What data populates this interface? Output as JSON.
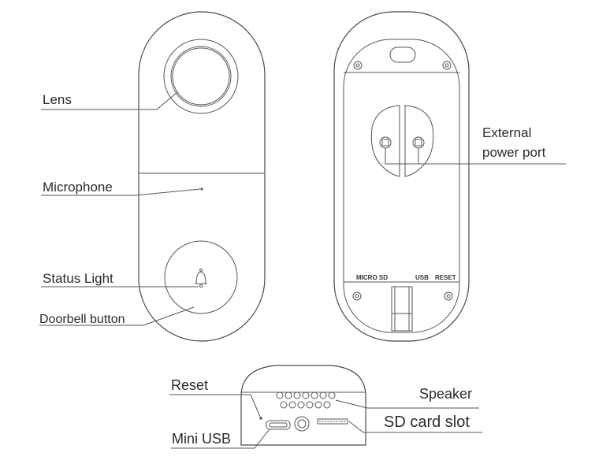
{
  "labels": {
    "lens": "Lens",
    "microphone": "Microphone",
    "status_light": "Status Light",
    "doorbell_button": "Doorbell button",
    "external_power_port_line1": "External",
    "external_power_port_line2": "power port",
    "micro_sd": "MICRO SD",
    "usb": "USB",
    "reset_small": "RESET",
    "reset": "Reset",
    "mini_usb": "Mini USB",
    "speaker": "Speaker",
    "sd_card_slot": "SD card slot"
  },
  "icons": {
    "bell": "bell-icon"
  }
}
